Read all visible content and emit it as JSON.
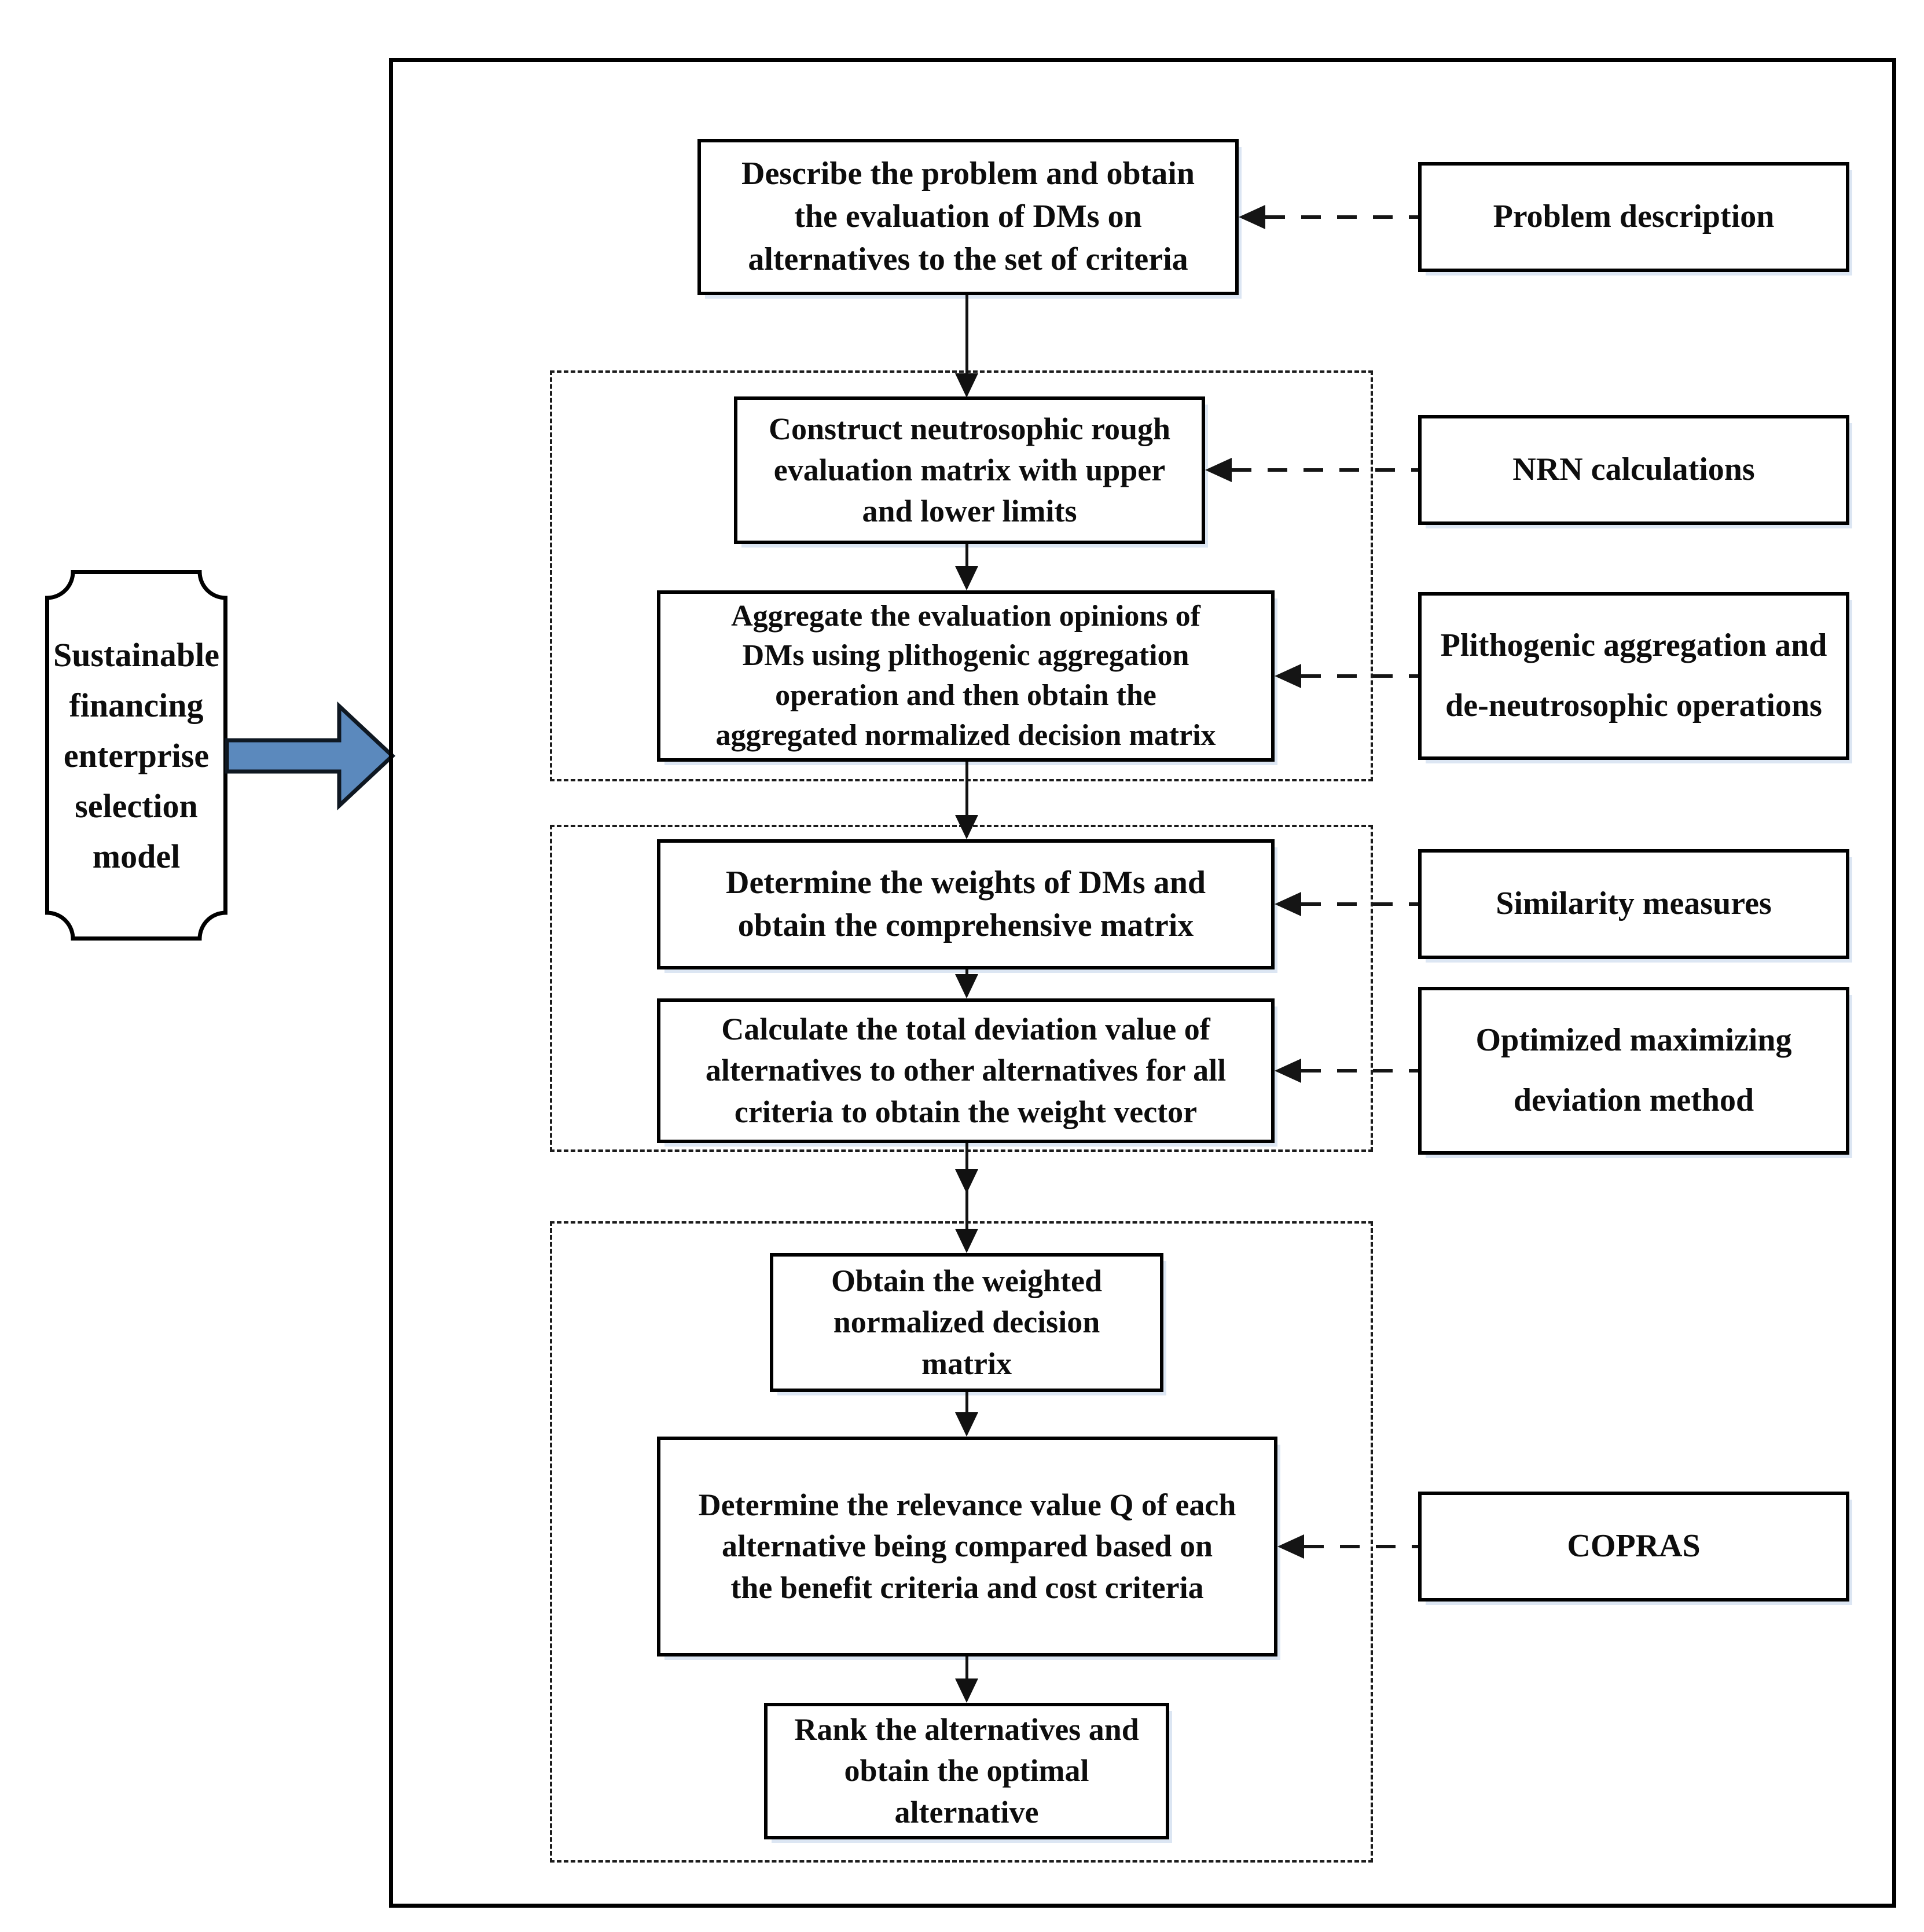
{
  "diagram": {
    "source_label": "Sustainable\nfinancing\nenterprise\nselection\nmodel",
    "steps": [
      {
        "text": "Describe the problem and obtain\nthe evaluation of DMs on\nalternatives to the set of criteria"
      },
      {
        "text": "Construct neutrosophic rough\nevaluation matrix with upper\nand lower limits"
      },
      {
        "text": "Aggregate the evaluation opinions of\nDMs using plithogenic aggregation\noperation and then obtain the\naggregated normalized decision matrix"
      },
      {
        "text": "Determine the weights of DMs and\nobtain the comprehensive matrix"
      },
      {
        "text": "Calculate the total deviation value of\nalternatives to other alternatives for all\ncriteria to obtain the weight vector"
      },
      {
        "text": "Obtain the weighted\nnormalized decision\nmatrix"
      },
      {
        "text": "Determine the relevance value Q of each\nalternative  being compared based on\nthe benefit criteria and cost criteria"
      },
      {
        "text": "Rank the alternatives and\nobtain the optimal\nalternative"
      }
    ],
    "method_labels": [
      "Problem description",
      "NRN calculations",
      "Plithogenic aggregation and\nde-neutrosophic operations",
      "Similarity measures",
      "Optimized maximizing\ndeviation method",
      "COPRAS"
    ],
    "colors": {
      "arrow_fill": "#5b89bd",
      "arrow_stroke": "#0f1822",
      "line": "#111111",
      "box_border": "#000000",
      "shadow": "#dce6f3"
    }
  }
}
